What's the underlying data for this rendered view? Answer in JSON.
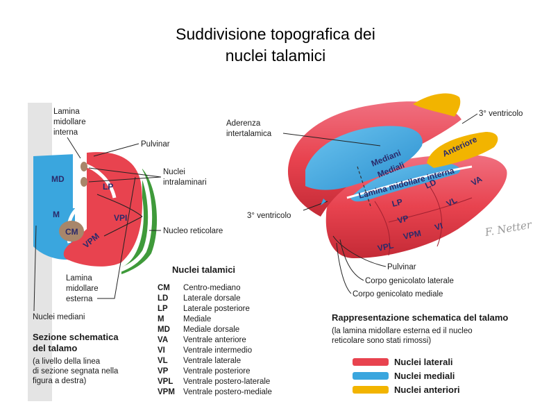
{
  "title": {
    "line1": "Suddivisione topografica dei",
    "line2": "nuclei talamici"
  },
  "left_section": {
    "labels": {
      "lamina_interna": [
        "Lamina",
        "midollare",
        "interna"
      ],
      "pulvinar": "Pulvinar",
      "nuclei_intralaminari": [
        "Nuclei",
        "intralaminari"
      ],
      "nucleo_reticolare": "Nucleo reticolare",
      "lamina_esterna": [
        "Lamina",
        "midollare",
        "esterna"
      ],
      "nuclei_mediani": "Nuclei mediani"
    },
    "regions": {
      "MD": "MD",
      "LP": "LP",
      "M": "M",
      "CM": "CM",
      "VPI": "VPI",
      "VPM": "VPM"
    },
    "caption_title": [
      "Sezione schematica",
      "del talamo"
    ],
    "caption_text": [
      "(a livello della linea",
      "di sezione segnata nella",
      "figura a destra)"
    ]
  },
  "right_section": {
    "labels": {
      "ventricolo_top": "3° ventricolo",
      "aderenza": [
        "Aderenza",
        "intertalamica"
      ],
      "ventricolo_mid": "3° ventricolo",
      "pulvinar": "Pulvinar",
      "corpo_laterale": "Corpo genicolato laterale",
      "corpo_mediale": "Corpo genicolato mediale"
    },
    "regions": {
      "mediani": "Mediani",
      "anteriore": "Anteriore",
      "mediali": "Mediali",
      "lamina": "Lamina midollare interna",
      "LD": "LD",
      "VA": "VA",
      "LP": "LP",
      "VL": "VL",
      "VP": "VP",
      "VI": "VI",
      "VPL": "VPL",
      "VPM": "VPM"
    },
    "signature": "F. Netter"
  },
  "nuclei_table": {
    "heading": "Nuclei talamici",
    "rows": [
      {
        "abbr": "CM",
        "desc": "Centro-mediano"
      },
      {
        "abbr": "LD",
        "desc": "Laterale dorsale"
      },
      {
        "abbr": "LP",
        "desc": "Laterale posteriore"
      },
      {
        "abbr": "M",
        "desc": "Mediale"
      },
      {
        "abbr": "MD",
        "desc": "Mediale dorsale"
      },
      {
        "abbr": "VA",
        "desc": "Ventrale anteriore"
      },
      {
        "abbr": "VI",
        "desc": "Ventrale intermedio"
      },
      {
        "abbr": "VL",
        "desc": "Ventrale laterale"
      },
      {
        "abbr": "VP",
        "desc": "Ventrale posteriore"
      },
      {
        "abbr": "VPL",
        "desc": "Ventrale postero-laterale"
      },
      {
        "abbr": "VPM",
        "desc": "Ventrale postero-mediale"
      }
    ]
  },
  "schema_caption": {
    "title": "Rappresentazione schematica del talamo",
    "text": [
      "(la lamina midollare esterna ed il nucleo",
      "reticolare sono stati rimossi)"
    ]
  },
  "legend": {
    "items": [
      {
        "label": "Nuclei laterali",
        "color": "#e8434f"
      },
      {
        "label": "Nuclei mediali",
        "color": "#3aa6de"
      },
      {
        "label": "Nuclei anteriori",
        "color": "#f2b400"
      }
    ]
  },
  "colors": {
    "red": "#e8434f",
    "blue": "#3aa6de",
    "yellow": "#f2b400",
    "green": "#3f9a3a",
    "grey_bg": "#dcdcdc"
  }
}
